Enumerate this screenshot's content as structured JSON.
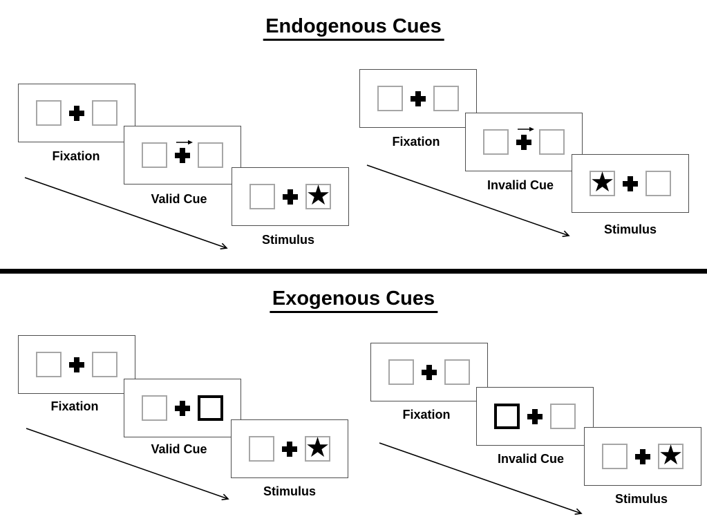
{
  "diagram": {
    "sections": [
      {
        "title": "Endogenous Cues",
        "trials": [
          {
            "name": "valid",
            "panels": [
              {
                "label": "Fixation",
                "left": "empty-box",
                "center": "plus",
                "right": "empty-box"
              },
              {
                "label": "Valid Cue",
                "left": "empty-box",
                "center": "plus-with-right-arrow",
                "right": "empty-box"
              },
              {
                "label": "Stimulus",
                "left": "empty-box",
                "center": "plus",
                "right": "star-in-box"
              }
            ]
          },
          {
            "name": "invalid",
            "panels": [
              {
                "label": "Fixation",
                "left": "empty-box",
                "center": "plus",
                "right": "empty-box"
              },
              {
                "label": "Invalid Cue",
                "left": "empty-box",
                "center": "plus-with-right-arrow",
                "right": "empty-box"
              },
              {
                "label": "Stimulus",
                "left": "star-in-box",
                "center": "plus",
                "right": "empty-box"
              }
            ]
          }
        ]
      },
      {
        "title": "Exogenous Cues",
        "trials": [
          {
            "name": "valid",
            "panels": [
              {
                "label": "Fixation",
                "left": "empty-box",
                "center": "plus",
                "right": "empty-box"
              },
              {
                "label": "Valid Cue",
                "left": "empty-box",
                "center": "plus",
                "right": "bold-box"
              },
              {
                "label": "Stimulus",
                "left": "empty-box",
                "center": "plus",
                "right": "star-in-box"
              }
            ]
          },
          {
            "name": "invalid",
            "panels": [
              {
                "label": "Fixation",
                "left": "empty-box",
                "center": "plus",
                "right": "empty-box"
              },
              {
                "label": "Invalid Cue",
                "left": "bold-box",
                "center": "plus",
                "right": "empty-box"
              },
              {
                "label": "Stimulus",
                "left": "empty-box",
                "center": "plus",
                "right": "star-in-box"
              }
            ]
          }
        ]
      }
    ],
    "glyphs": {
      "star": "★"
    },
    "colors": {
      "ink": "#000000",
      "panel_border": "#4d4d4d",
      "box_border": "#a6a6a6",
      "bold_box_border": "#000000",
      "background": "#ffffff"
    }
  }
}
